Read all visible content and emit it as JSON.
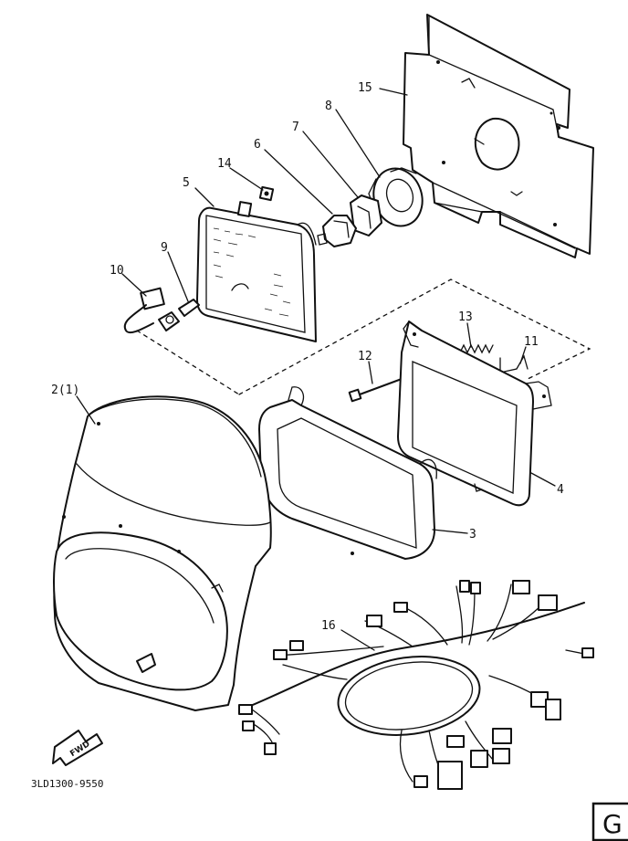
{
  "diagram": {
    "part_labels": [
      "15",
      "8",
      "7",
      "6",
      "14",
      "5",
      "9",
      "10",
      "13",
      "11",
      "12",
      "2(1)",
      "4",
      "3",
      "16"
    ],
    "drawing_code": "3LD1300-9550",
    "fwd_marker": "FWD",
    "corner_tag": "G"
  }
}
